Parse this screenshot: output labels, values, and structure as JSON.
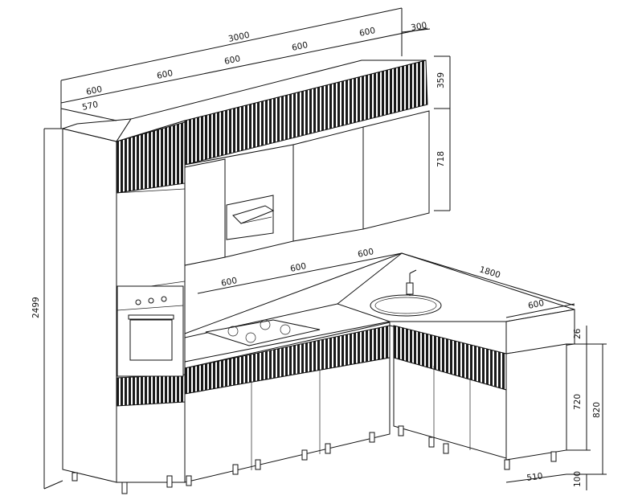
{
  "drawing": {
    "dimensions": {
      "top_total": "3000",
      "top_depth_right": "300",
      "upper_600_a": "600",
      "upper_600_b": "600",
      "upper_600_c": "600",
      "upper_600_d": "600",
      "upper_600_e": "600",
      "upper_depth_left": "570",
      "height_top_band": "359",
      "height_upper": "718",
      "total_height": "2499",
      "backsplash_600_a": "600",
      "backsplash_600_b": "600",
      "backsplash_600_c": "600",
      "corner_length": "1800",
      "corner_depth": "600",
      "countertop_thickness": "26",
      "base_height": "720",
      "base_total": "820",
      "base_depth": "510",
      "leg_height": "100"
    }
  }
}
